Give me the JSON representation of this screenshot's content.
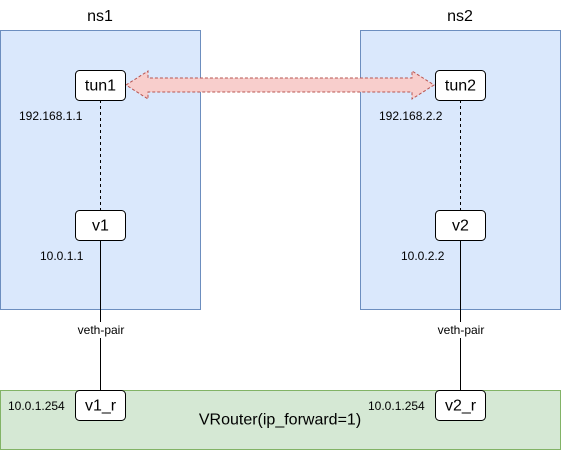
{
  "namespaces": {
    "ns1": {
      "title": "ns1"
    },
    "ns2": {
      "title": "ns2"
    }
  },
  "interfaces": {
    "tun1": {
      "label": "tun1",
      "ip": "192.168.1.1"
    },
    "tun2": {
      "label": "tun2",
      "ip": "192.168.2.2"
    },
    "v1": {
      "label": "v1",
      "ip": "10.0.1.1"
    },
    "v2": {
      "label": "v2",
      "ip": "10.0.2.2"
    },
    "v1_r": {
      "label": "v1_r",
      "ip": "10.0.1.254"
    },
    "v2_r": {
      "label": "v2_r",
      "ip": "10.0.1.254"
    }
  },
  "links": {
    "left_veth": "veth-pair",
    "right_veth": "veth-pair"
  },
  "router": {
    "label": "VRouter(ip_forward=1)"
  },
  "colors": {
    "namespace_fill": "#dae8fc",
    "namespace_stroke": "#6c8ebf",
    "router_fill": "#d5e8d4",
    "router_stroke": "#82b366",
    "tunnel_arrow_fill": "#f8cecc",
    "tunnel_arrow_stroke": "#b85450"
  }
}
